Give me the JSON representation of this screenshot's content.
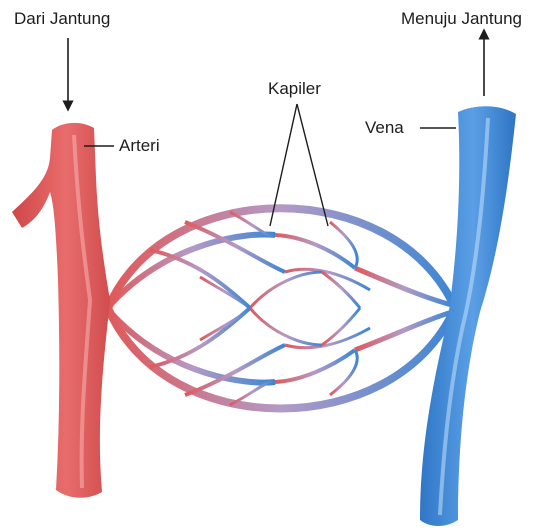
{
  "labels": {
    "from_heart": "Dari Jantung",
    "to_heart": "Menuju Jantung",
    "capillary": "Kapiler",
    "artery": "Arteri",
    "vein": "Vena"
  },
  "colors": {
    "artery": "#e0595a",
    "artery_light": "#f2a0a0",
    "vein": "#3c86d4",
    "vein_light": "#a8cdf2",
    "capillary_mid": "#b39ac6",
    "line": "#1d1d1d"
  },
  "icons": {
    "inflow_arrow": "arrow-down-icon",
    "outflow_arrow": "arrow-up-icon"
  }
}
